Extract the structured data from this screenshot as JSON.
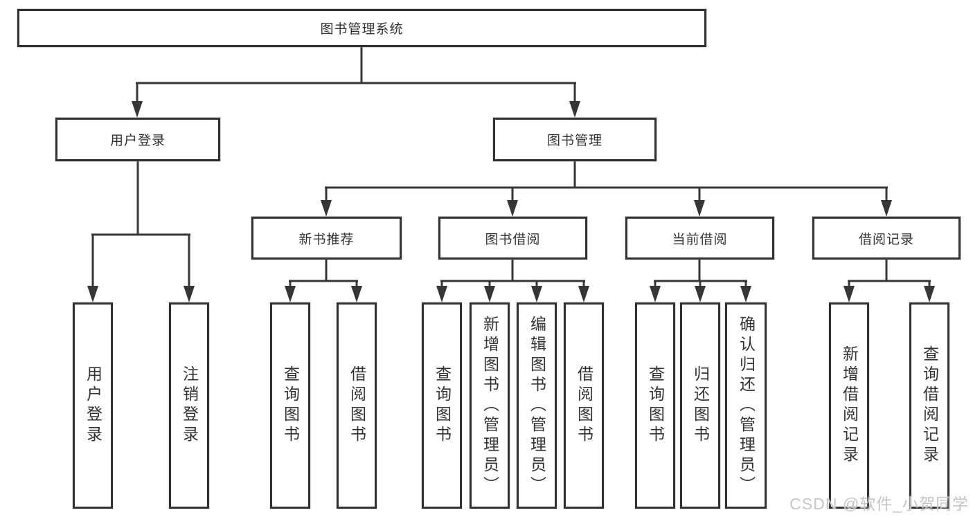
{
  "tree": {
    "root": {
      "label": "图书管理系统"
    },
    "branches": [
      {
        "label": "用户登录",
        "leaves": [
          {
            "label": "用户登录"
          },
          {
            "label": "注销登录"
          }
        ]
      },
      {
        "label": "图书管理",
        "groups": [
          {
            "label": "新书推荐",
            "leaves": [
              {
                "label": "查询图书"
              },
              {
                "label": "借阅图书"
              }
            ]
          },
          {
            "label": "图书借阅",
            "leaves": [
              {
                "label": "查询图书"
              },
              {
                "label": "新增图书（管理员）"
              },
              {
                "label": "编辑图书（管理员）"
              },
              {
                "label": "借阅图书"
              }
            ]
          },
          {
            "label": "当前借阅",
            "leaves": [
              {
                "label": "查询图书"
              },
              {
                "label": "归还图书"
              },
              {
                "label": "确认归还（管理员）"
              }
            ]
          },
          {
            "label": "借阅记录",
            "leaves": [
              {
                "label": "新增借阅记录"
              },
              {
                "label": "查询借阅记录"
              }
            ]
          }
        ]
      }
    ]
  },
  "watermark": "CSDN @软件_小贺同学",
  "colors": {
    "line": "#363636",
    "border": "#313131",
    "text": "#333333",
    "watermark": "#c3c3c3"
  }
}
